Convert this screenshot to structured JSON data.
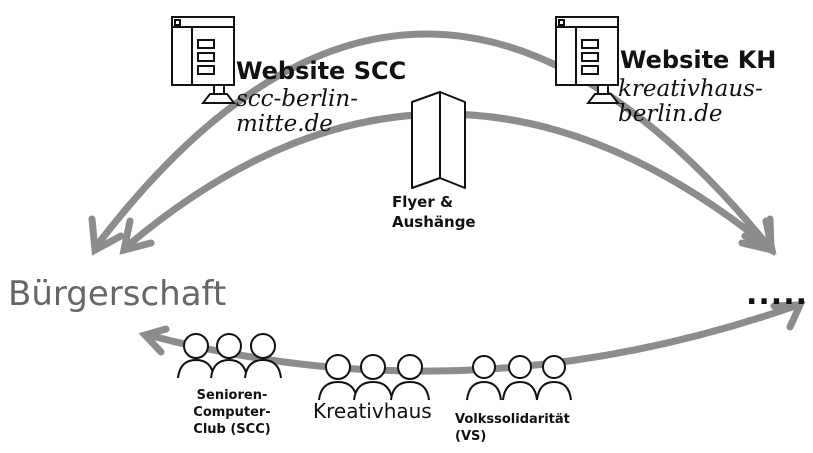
{
  "websites": [
    {
      "title": "Website SCC",
      "url": "scc-berlin-\nmitte.de"
    },
    {
      "title": "Website KH",
      "url": "kreativhaus-\nberlin.de"
    }
  ],
  "flyer": {
    "label": "Flyer &\nAushänge"
  },
  "audience": {
    "left": "Bürgerschaft",
    "right": "....."
  },
  "groups": [
    {
      "label": "Senioren-\nComputer-\nClub (SCC)"
    },
    {
      "label": "Kreativhaus"
    },
    {
      "label": "Volkssolidarität\n(VS)"
    }
  ],
  "colors": {
    "arrow": "#8c8c8c",
    "line": "#111111",
    "audience_text": "#666666"
  },
  "icons": [
    "monitor-icon",
    "monitor-icon",
    "folded-flyer-icon",
    "people-group-icon",
    "people-group-icon",
    "people-group-icon"
  ]
}
